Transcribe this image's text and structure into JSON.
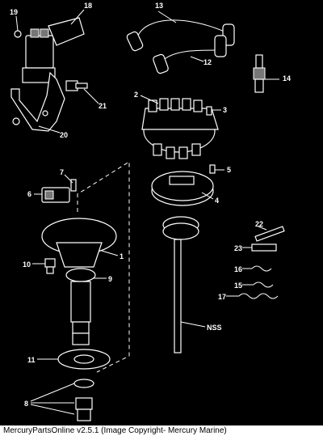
{
  "callouts": {
    "c1": "1",
    "c2": "2",
    "c3": "3",
    "c4": "4",
    "c5": "5",
    "c6": "6",
    "c7": "7",
    "c8": "8",
    "c9": "9",
    "c10": "10",
    "c11": "11",
    "c12": "12",
    "c13": "13",
    "c14": "14",
    "c15": "15",
    "c16": "16",
    "c17": "17",
    "c18": "18",
    "c19": "19",
    "c20": "20",
    "c21": "21",
    "c22": "22",
    "c23": "23",
    "nss": "NSS"
  },
  "caption": "MercuryPartsOnline v2.5.1 (Image Copyright- Mercury Marine)",
  "colors": {
    "background": "#000000",
    "linework": "#ffffff",
    "caption_bg": "#ffffff"
  }
}
